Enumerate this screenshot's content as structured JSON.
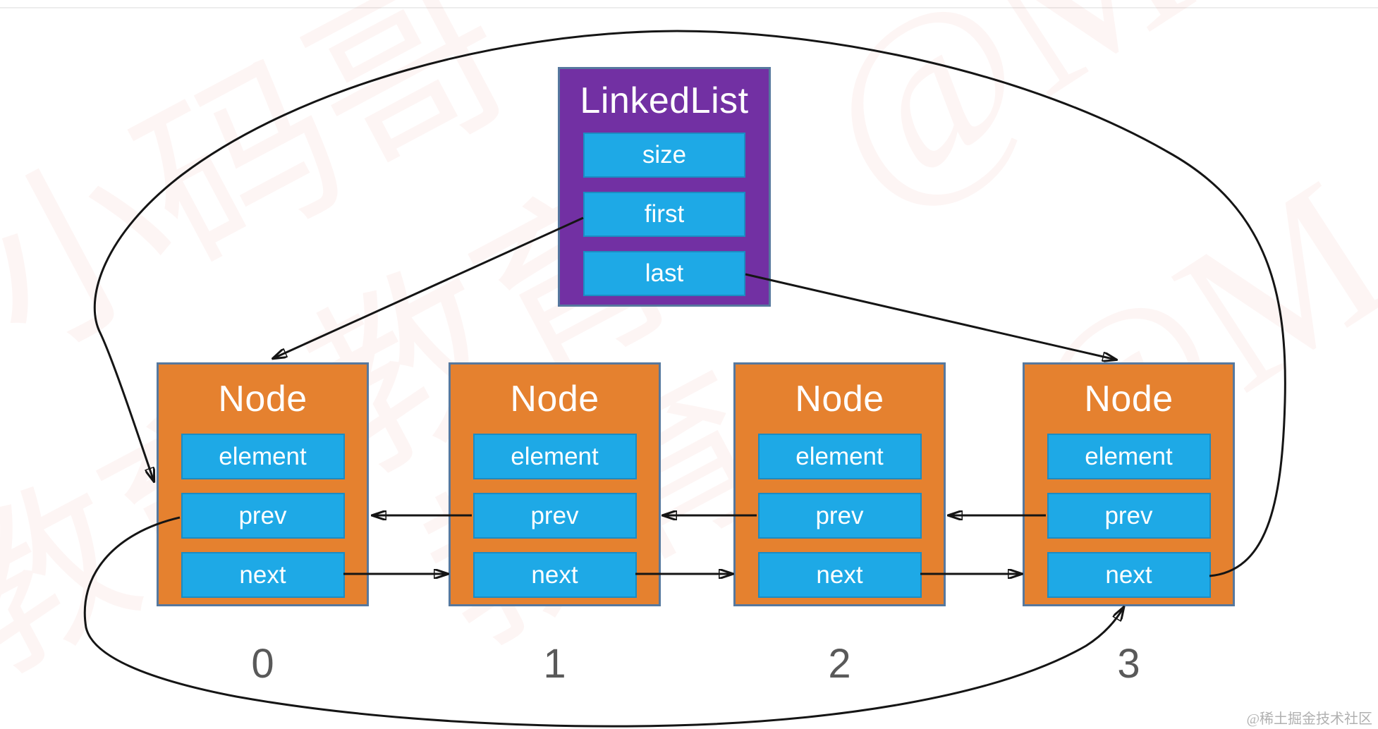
{
  "linked_list": {
    "title": "LinkedList",
    "fields": [
      "size",
      "first",
      "last"
    ]
  },
  "nodes": [
    {
      "title": "Node",
      "fields": [
        "element",
        "prev",
        "next"
      ],
      "index": "0"
    },
    {
      "title": "Node",
      "fields": [
        "element",
        "prev",
        "next"
      ],
      "index": "1"
    },
    {
      "title": "Node",
      "fields": [
        "element",
        "prev",
        "next"
      ],
      "index": "2"
    },
    {
      "title": "Node",
      "fields": [
        "element",
        "prev",
        "next"
      ],
      "index": "3"
    }
  ],
  "arrows": [
    "first -> node0 (top)",
    "last -> node3 (top)",
    "node0.next -> node1",
    "node1.next -> node2",
    "node2.next -> node3",
    "node3.next -> node0 (curve over the top)",
    "node1.prev -> node0",
    "node2.prev -> node1",
    "node3.prev -> node2",
    "node0.prev -> node3 (curve under the bottom)"
  ],
  "watermarks": {
    "credit": "@稀土掘金技术社区",
    "background": [
      "小码哥",
      "教育",
      "@M",
      "@M",
      "教育",
      "教育"
    ]
  },
  "colors": {
    "purple": "#7230A3",
    "orange": "#E5812F",
    "cyan": "#1EA9E6",
    "box_border": "#56789E",
    "arrow": "#151515",
    "index_text": "#595959",
    "credit_text": "#B0B0B0",
    "bg_watermark": "#E0523F"
  }
}
